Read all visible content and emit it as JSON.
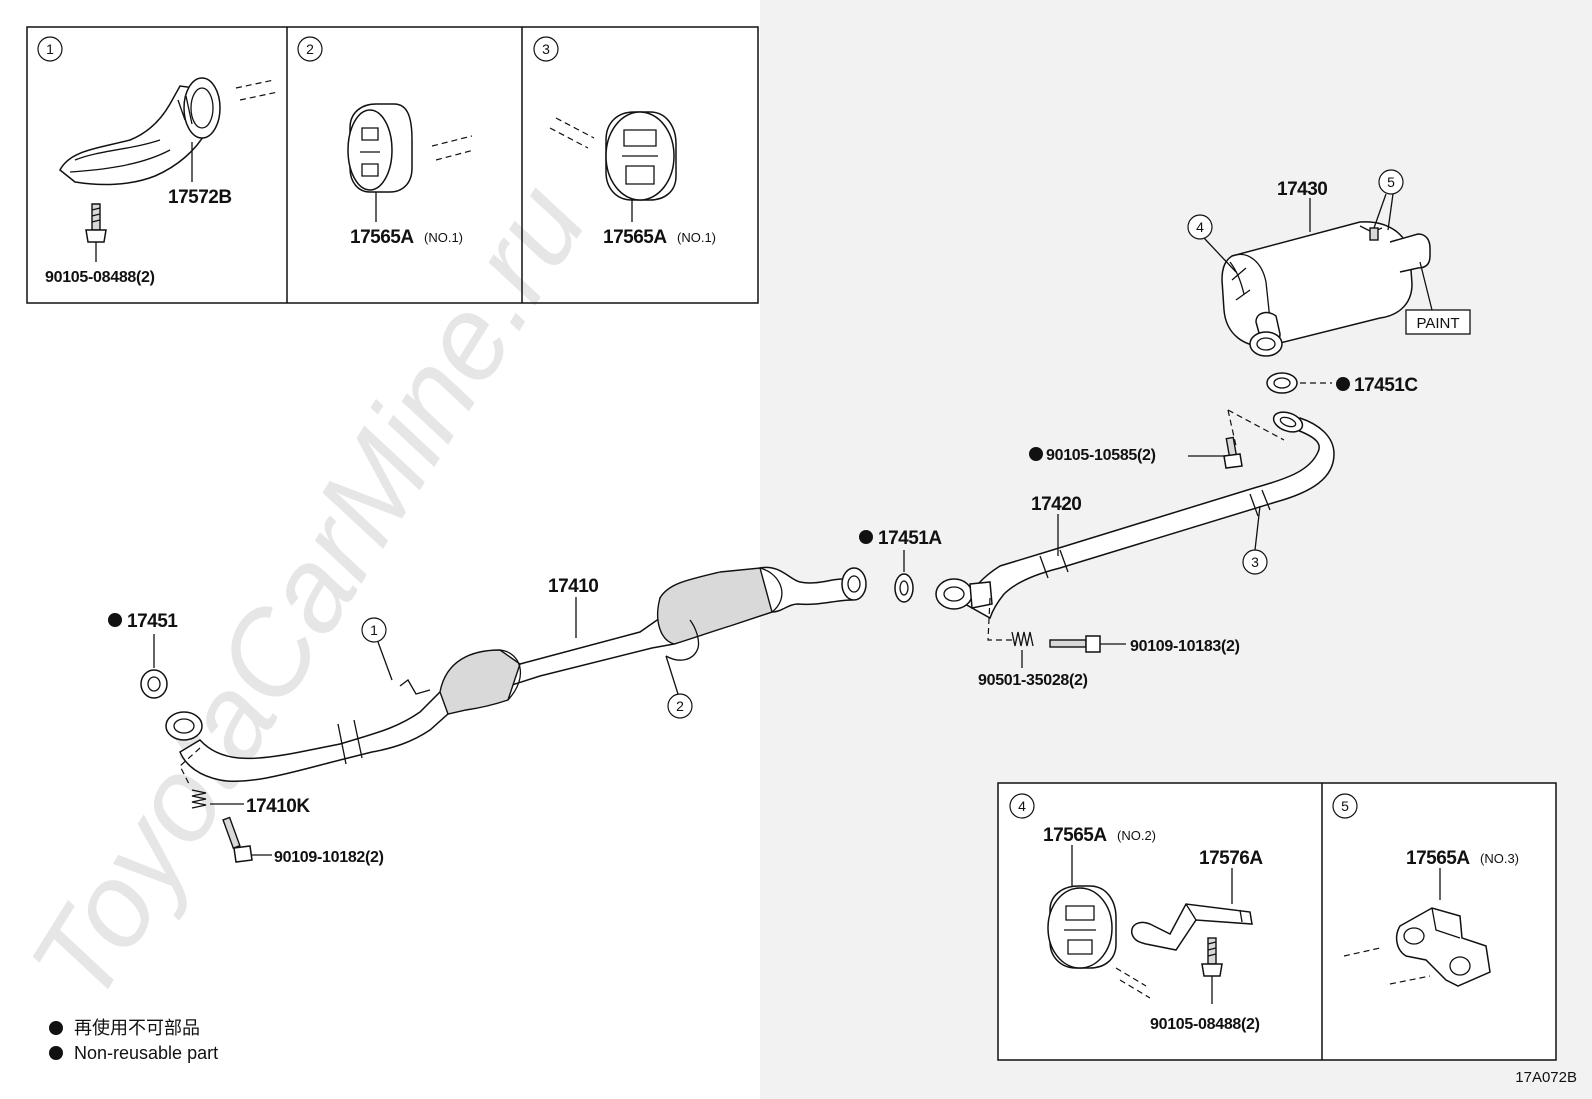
{
  "title": "",
  "watermark": "ToyotaCarMine.ru",
  "reference": "17A072B",
  "legend": {
    "jp": "再使用不可部品",
    "en": "Non-reusable part"
  },
  "insets": {
    "i1": {
      "num": "1",
      "part": "17572B",
      "bolt": "90105-08488(2)"
    },
    "i2": {
      "num": "2",
      "part": "17565A",
      "note": "(NO.1)"
    },
    "i3": {
      "num": "3",
      "part": "17565A",
      "note": "(NO.1)"
    },
    "i4": {
      "num": "4",
      "part": "17565A",
      "note": "(NO.2)",
      "bracket": "17576A",
      "bolt": "90105-08488(2)"
    },
    "i5": {
      "num": "5",
      "part": "17565A",
      "note": "(NO.3)"
    }
  },
  "main": {
    "muffler": "17430",
    "paint": "PAINT",
    "gasket_c": "17451C",
    "bolt_center": "90105-10585(2)",
    "center_pipe": "17420",
    "gasket_a": "17451A",
    "bolt_right": "90109-10183(2)",
    "spring_right": "90501-35028(2)",
    "front_pipe": "17410",
    "gasket": "17451",
    "spring_left": "17410K",
    "bolt_left": "90109-10182(2)",
    "callouts": [
      "1",
      "2",
      "3",
      "4",
      "5"
    ]
  }
}
